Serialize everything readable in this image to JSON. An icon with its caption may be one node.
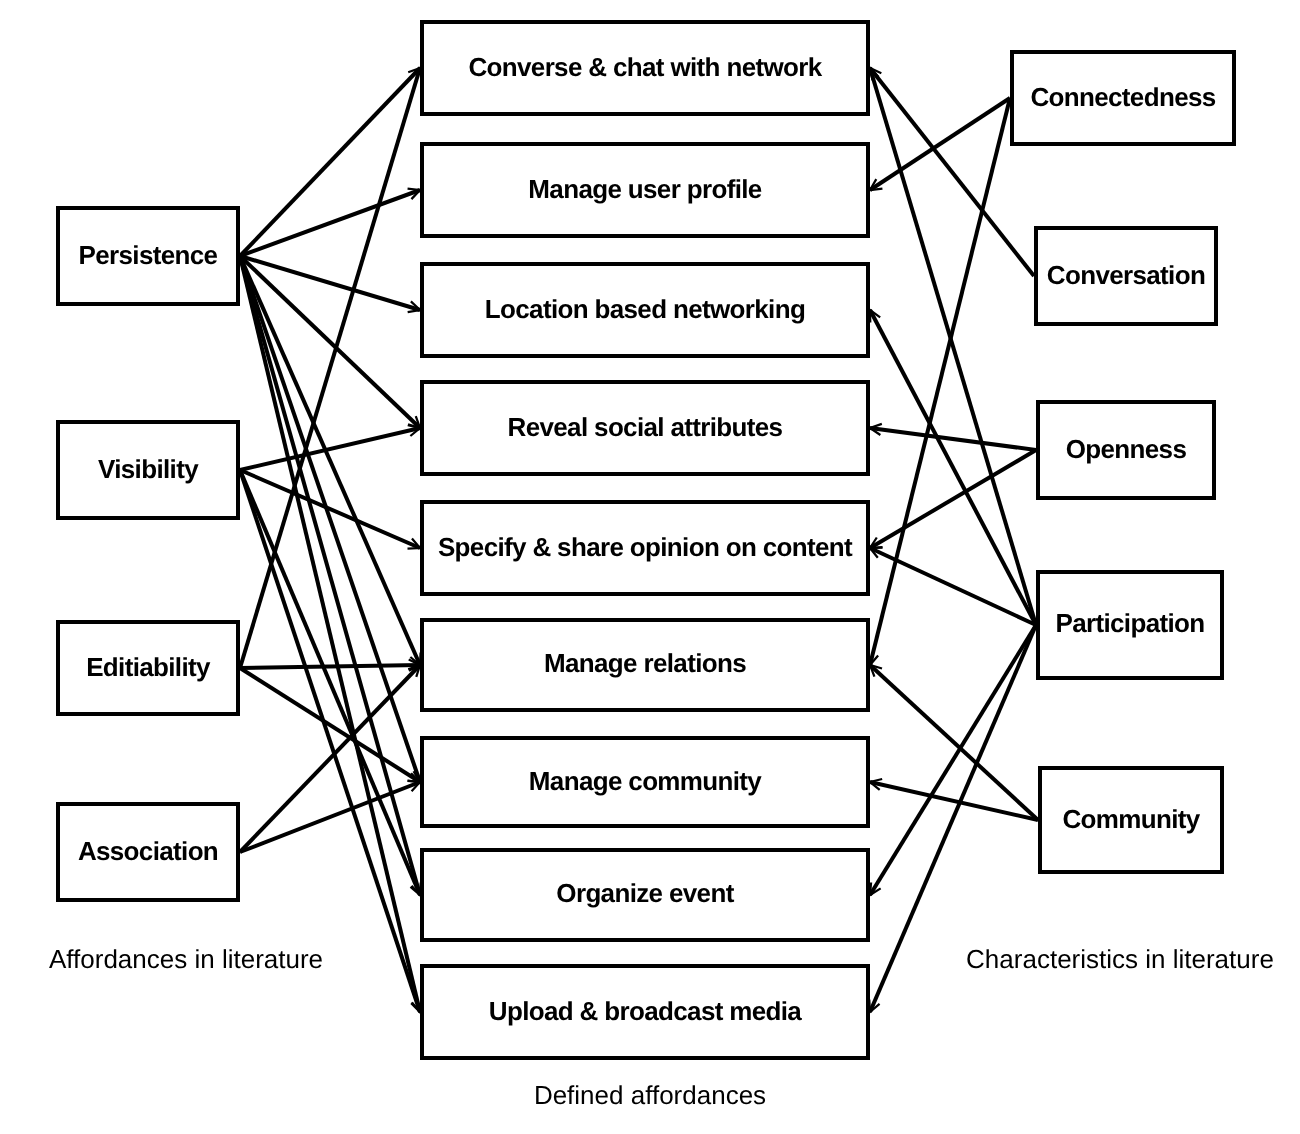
{
  "diagram": {
    "nodes": [
      {
        "text": [
          "Persistence"
        ]
      },
      {
        "text": [
          "Visibility"
        ]
      },
      {
        "text": [
          "Editiability"
        ]
      },
      {
        "text": [
          "Association"
        ]
      },
      {
        "text": [
          "Converse & chat with network"
        ]
      },
      {
        "text": [
          "Manage user profile"
        ]
      },
      {
        "text": [
          "Location based networking"
        ]
      },
      {
        "text": [
          "Reveal social attributes"
        ]
      },
      {
        "text": [
          "Specify & share opinion  on content"
        ]
      },
      {
        "text": [
          "Manage relations"
        ]
      },
      {
        "text": [
          "Manage community"
        ]
      },
      {
        "text": [
          "Organize event"
        ]
      },
      {
        "text": [
          "Upload & broadcast media"
        ]
      },
      {
        "text": [
          "Connectedness"
        ]
      },
      {
        "text": [
          "Conversation"
        ]
      },
      {
        "text": [
          "Openness"
        ]
      },
      {
        "text": [
          "Participation"
        ]
      },
      {
        "text": [
          "Community"
        ]
      }
    ],
    "edges": [
      {
        "from": 0,
        "to": 4,
        "arrow": "to"
      },
      {
        "from": 0,
        "to": 5,
        "arrow": "to"
      },
      {
        "from": 0,
        "to": 6,
        "arrow": "to"
      },
      {
        "from": 0,
        "to": 7,
        "arrow": "to"
      },
      {
        "from": 0,
        "to": 9,
        "arrow": "to"
      },
      {
        "from": 0,
        "to": 10,
        "arrow": "to"
      },
      {
        "from": 0,
        "to": 11,
        "arrow": "to"
      },
      {
        "from": 0,
        "to": 12,
        "arrow": "to"
      },
      {
        "from": 1,
        "to": 7,
        "arrow": "to"
      },
      {
        "from": 1,
        "to": 8,
        "arrow": "to"
      },
      {
        "from": 1,
        "to": 11,
        "arrow": "to"
      },
      {
        "from": 1,
        "to": 12,
        "arrow": "to"
      },
      {
        "from": 2,
        "to": 4,
        "arrow": "to"
      },
      {
        "from": 2,
        "to": 9,
        "arrow": "to"
      },
      {
        "from": 2,
        "to": 10,
        "arrow": "to"
      },
      {
        "from": 3,
        "to": 9,
        "arrow": "to"
      },
      {
        "from": 3,
        "to": 10,
        "arrow": "to"
      },
      {
        "from": 13,
        "to": 5,
        "arrow": "to"
      },
      {
        "from": 13,
        "to": 9,
        "arrow": "to"
      },
      {
        "from": 14,
        "to": 4,
        "arrow": "to"
      },
      {
        "from": 15,
        "to": 7,
        "arrow": "to"
      },
      {
        "from": 15,
        "to": 8,
        "arrow": "to"
      },
      {
        "from": 16,
        "to": 4,
        "arrow": "to"
      },
      {
        "from": 16,
        "to": 6,
        "arrow": "to"
      },
      {
        "from": 16,
        "to": 8,
        "arrow": "to"
      },
      {
        "from": 16,
        "to": 11,
        "arrow": "to"
      },
      {
        "from": 16,
        "to": 12,
        "arrow": "to"
      },
      {
        "from": 17,
        "to": 9,
        "arrow": "to"
      },
      {
        "from": 17,
        "to": 10,
        "arrow": "to"
      }
    ],
    "labels": [
      "Affordances in literature",
      "Characteristics in literature",
      "Defined affordances"
    ]
  }
}
